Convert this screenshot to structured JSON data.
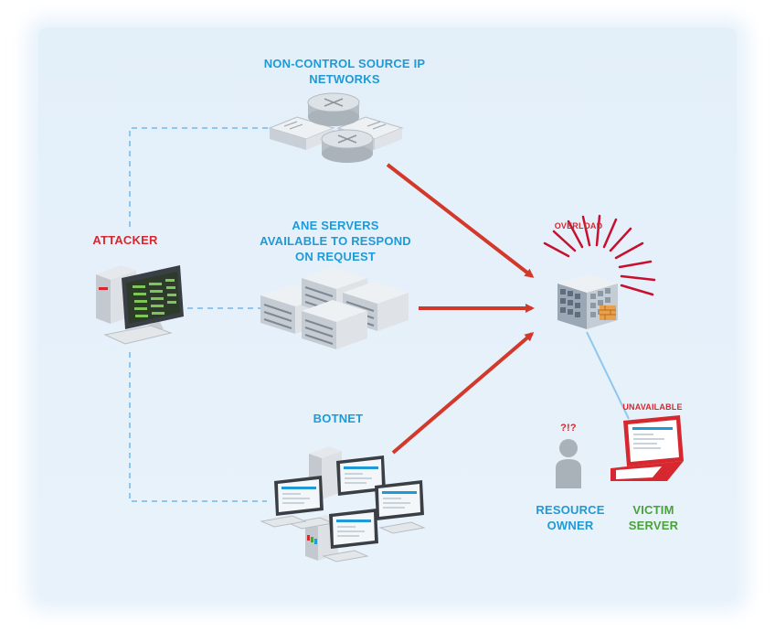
{
  "diagram": {
    "labels": {
      "non_control": [
        "NON-CONTROL SOURCE IP",
        "NETWORKS"
      ],
      "attacker": "ATTACKER",
      "ane_servers": [
        "ANE SERVERS",
        "AVAILABLE TO RESPOND",
        "ON REQUEST"
      ],
      "botnet": "BOTNET",
      "overload": "OVERLOAD",
      "unavailable": "UNAVAILABLE",
      "question": "?!?",
      "resource_owner": [
        "RESOURCE",
        "OWNER"
      ],
      "victim_server": [
        "VICTIM",
        "SERVER"
      ]
    },
    "colors": {
      "background": "#e6f1fb",
      "label_blue": "#1f9ad6",
      "label_red": "#d7282f",
      "label_green": "#4aa23a",
      "arrow_red": "#d2392b",
      "dashed_line": "#8ec7ee"
    },
    "icons": [
      "desktop-computer-icon",
      "router-icon",
      "server-rack-icon",
      "workstation-icon",
      "firewall-server-icon",
      "user-icon",
      "laptop-icon"
    ]
  }
}
